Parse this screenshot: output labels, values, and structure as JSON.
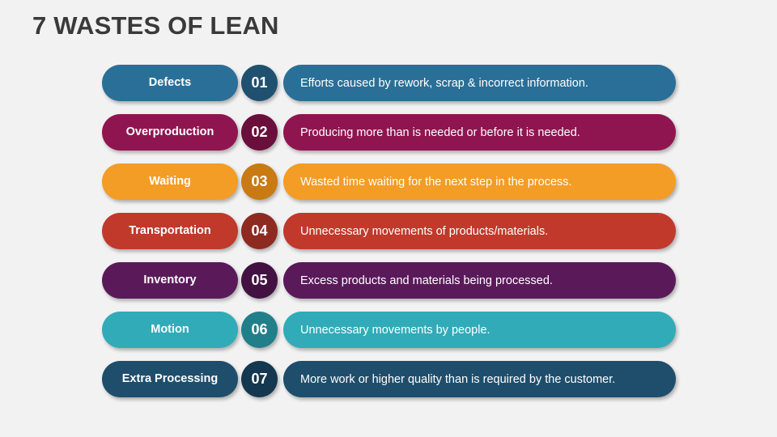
{
  "title": "7 WASTES OF LEAN",
  "wastes": [
    {
      "label": "Defects",
      "number": "01",
      "description": "Efforts caused by rework, scrap & incorrect information.",
      "color": "#2a6f97",
      "dark": "#1f5070"
    },
    {
      "label": "Overproduction",
      "number": "02",
      "description": "Producing more than is needed or before it is needed.",
      "color": "#8f1550",
      "dark": "#6a0e3b"
    },
    {
      "label": "Waiting",
      "number": "03",
      "description": "Wasted time waiting for the next step in the process.",
      "color": "#f39c26",
      "dark": "#c97a12"
    },
    {
      "label": "Transportation",
      "number": "04",
      "description": "Unnecessary movements of products/materials.",
      "color": "#c0392b",
      "dark": "#8e2a20"
    },
    {
      "label": "Inventory",
      "number": "05",
      "description": "Excess products and materials being processed.",
      "color": "#5a1a5a",
      "dark": "#421242"
    },
    {
      "label": "Motion",
      "number": "06",
      "description": "Unnecessary movements by people.",
      "color": "#31abb8",
      "dark": "#217f8a"
    },
    {
      "label": "Extra Processing",
      "number": "07",
      "description": "More work or higher quality than is required by the customer.",
      "color": "#1e4e6c",
      "dark": "#13384f"
    }
  ]
}
